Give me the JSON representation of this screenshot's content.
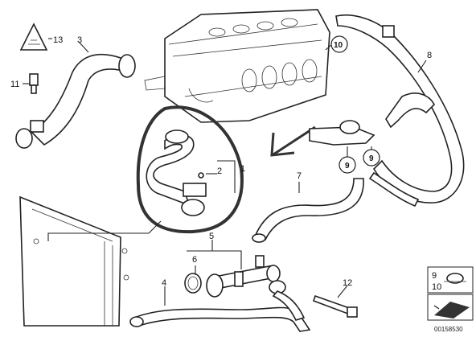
{
  "callouts": {
    "n1": "1",
    "n2": "2",
    "n3": "3",
    "n4": "4",
    "n5": "5",
    "n6": "6",
    "n7": "7",
    "n8": "8",
    "n11": "11",
    "n12": "12",
    "n13": "13",
    "c9a": "9",
    "c9b": "9",
    "c10": "10"
  },
  "legend": {
    "item_9": "9",
    "item_10": "10"
  },
  "reference_number": "00158530",
  "colors": {
    "highlight_outline": "#333333",
    "arrow": "#333333",
    "line_art": "#222222"
  }
}
